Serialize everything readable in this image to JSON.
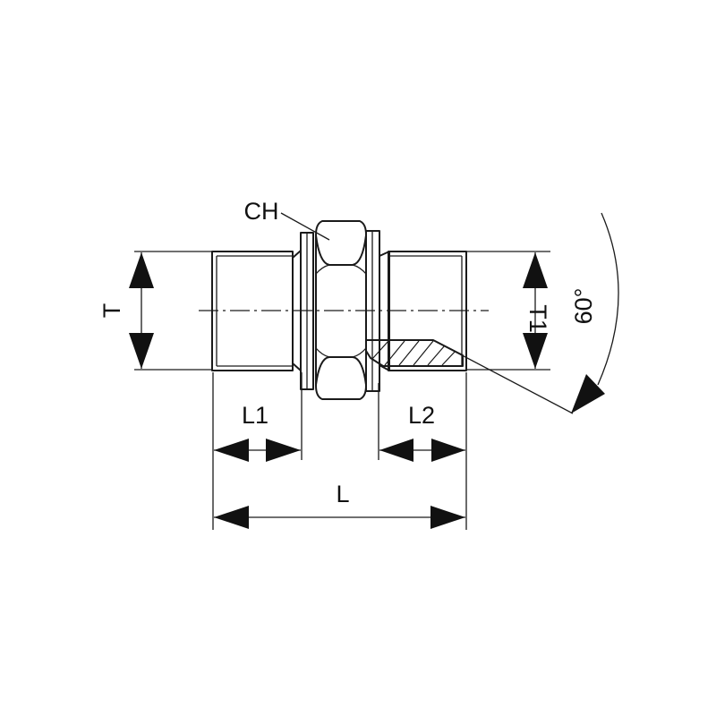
{
  "labels": {
    "hex": "CH",
    "thread_left": "T",
    "thread_right": "T1",
    "length_left": "L1",
    "length_right": "L2",
    "length_total": "L",
    "angle": "60°"
  }
}
